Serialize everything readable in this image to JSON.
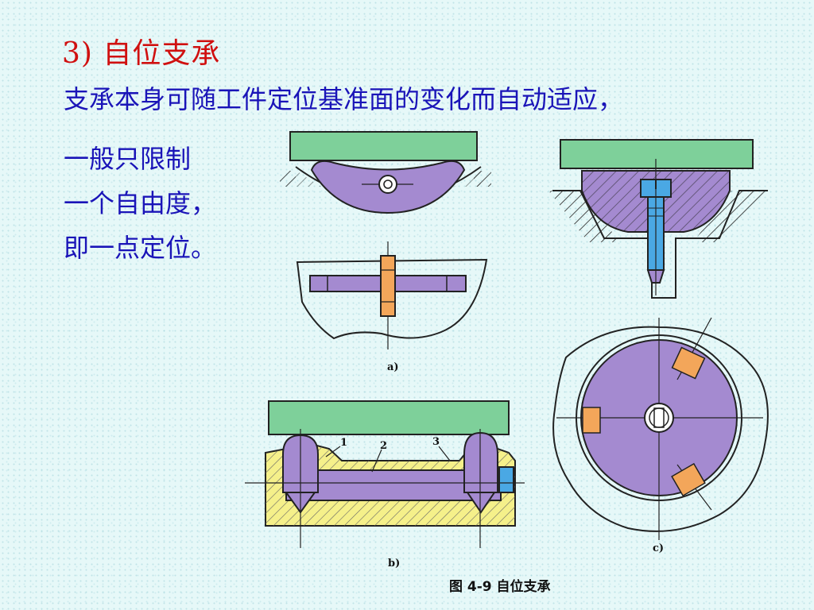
{
  "slide": {
    "title": "3) 自位支承",
    "description": "支承本身可随工件定位基准面的变化而自动适应，",
    "side_lines": [
      "一般只限制",
      "一个自由度，",
      "即一点定位。"
    ]
  },
  "figure": {
    "label_a": "a)",
    "label_b": "b)",
    "label_c": "c)",
    "part_1": "1",
    "part_2": "2",
    "part_3": "3",
    "caption": "图 4-9   自位支承"
  },
  "colors": {
    "title": "#d01010",
    "text": "#1a14b8",
    "workpiece": "#7ed09a",
    "support": "#a48ad0",
    "pin": "#f3a65a",
    "screw": "#4aa8e4",
    "base": "#f5f08a"
  }
}
